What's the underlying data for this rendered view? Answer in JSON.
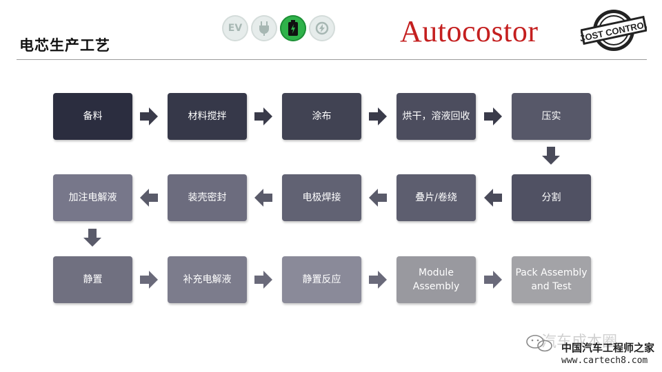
{
  "header": {
    "title": "电芯生产工艺",
    "icons": [
      {
        "name": "ev-icon",
        "text": "EV"
      },
      {
        "name": "plug-icon"
      },
      {
        "name": "battery-icon"
      },
      {
        "name": "charging-icon"
      }
    ],
    "brand": "Autocostor",
    "seal_text": "COST CONTROL"
  },
  "process": {
    "row1": [
      "备料",
      "材料搅拌",
      "涂布",
      "烘干，溶液回收",
      "压实"
    ],
    "row2": [
      "加注电解液",
      "装壳密封",
      "电极焊接",
      "叠片/卷绕",
      "分割"
    ],
    "row3": [
      "静置",
      "补充电解液",
      "静置反应",
      "Module Assembly",
      "Pack Assembly and Test"
    ]
  },
  "watermark": {
    "line1": "汽车成本圈",
    "line2": "中国汽车工程师之家",
    "line3": "www.cartech8.com"
  },
  "colors": {
    "accent_green": "#2fb24a",
    "brand_red": "#c41f1f",
    "row1": [
      "#2b2d3f",
      "#363849",
      "#414353",
      "#4c4d5e",
      "#575869"
    ],
    "row2": [
      "#77778a",
      "#6c6c7e",
      "#616273",
      "#5d5e6f",
      "#505163"
    ],
    "row3": [
      "#707080",
      "#7c7c8c",
      "#8a8a99",
      "#99999f",
      "#a3a3a7"
    ]
  }
}
